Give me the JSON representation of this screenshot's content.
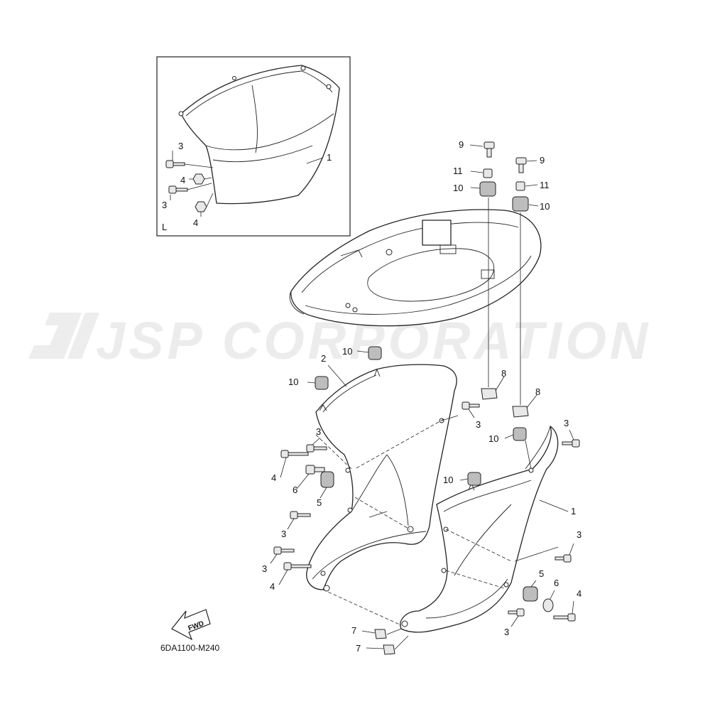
{
  "diagram": {
    "inset_label": "L",
    "drawing_code": "6DA1100-M240",
    "fwd_label": "FWD",
    "watermark": "JSP CORPORATION",
    "callouts": {
      "inset_1": "1",
      "inset_3a": "3",
      "inset_3b": "3",
      "inset_4a": "4",
      "inset_4b": "4",
      "c9a": "9",
      "c9b": "9",
      "c11a": "11",
      "c11b": "11",
      "c10a": "10",
      "c10b": "10",
      "c10c": "10",
      "c10d": "10",
      "c10e": "10",
      "c10f": "10",
      "c2": "2",
      "c8a": "8",
      "c8b": "8",
      "c3a": "3",
      "c3b": "3",
      "c3c": "3",
      "c3d": "3",
      "c3e": "3",
      "c3f": "3",
      "c3g": "3",
      "c1": "1",
      "c4a": "4",
      "c4b": "4",
      "c4c": "4",
      "c6a": "6",
      "c6b": "6",
      "c5a": "5",
      "c5b": "5",
      "c7a": "7",
      "c7b": "7"
    }
  }
}
